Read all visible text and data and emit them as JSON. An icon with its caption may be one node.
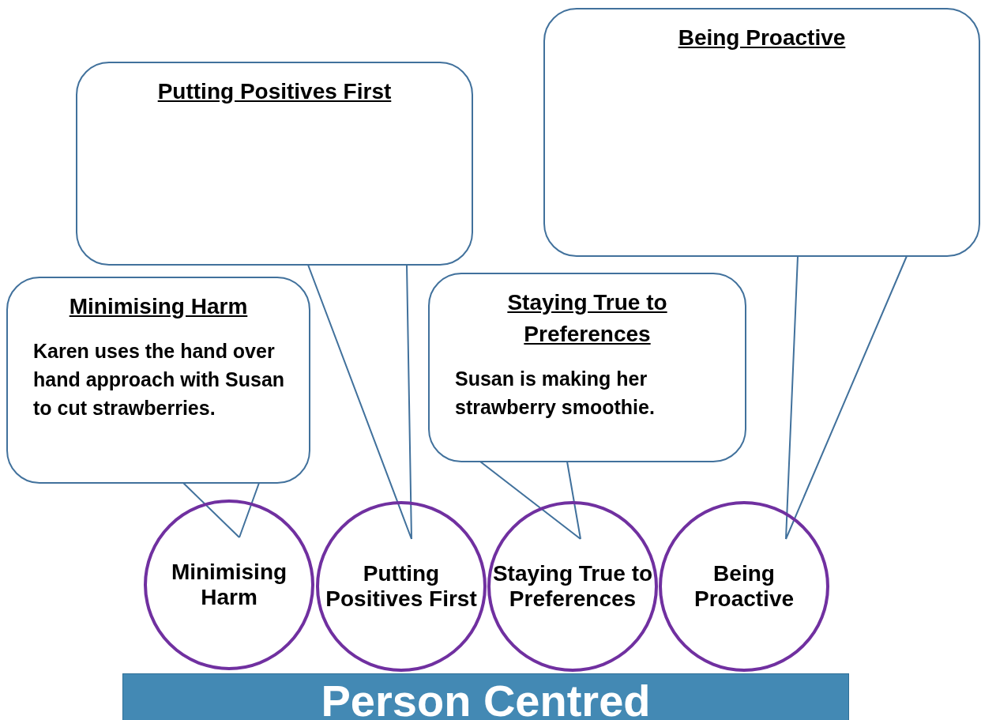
{
  "diagram": {
    "nodes": [
      {
        "text": [
          "Minimising Harm",
          "Karen uses the hand over hand approach with Susan to cut strawberries."
        ]
      },
      {
        "text": [
          "Putting Positives First"
        ]
      },
      {
        "text": [
          "Staying True to Preferences",
          "Susan is making her strawberry smoothie."
        ]
      },
      {
        "text": [
          "Being Proactive"
        ]
      },
      {
        "text": [
          "Minimising Harm"
        ]
      },
      {
        "text": [
          "Putting Positives First"
        ]
      },
      {
        "text": [
          "Staying True to Preferences"
        ]
      },
      {
        "text": [
          "Being Proactive"
        ]
      },
      {
        "text": [
          "Person Centred"
        ]
      }
    ],
    "edges": [
      {
        "from": 0,
        "to": 4,
        "arrow": "none"
      },
      {
        "from": 1,
        "to": 5,
        "arrow": "none"
      },
      {
        "from": 2,
        "to": 6,
        "arrow": "none"
      },
      {
        "from": 3,
        "to": 7,
        "arrow": "none"
      }
    ]
  }
}
